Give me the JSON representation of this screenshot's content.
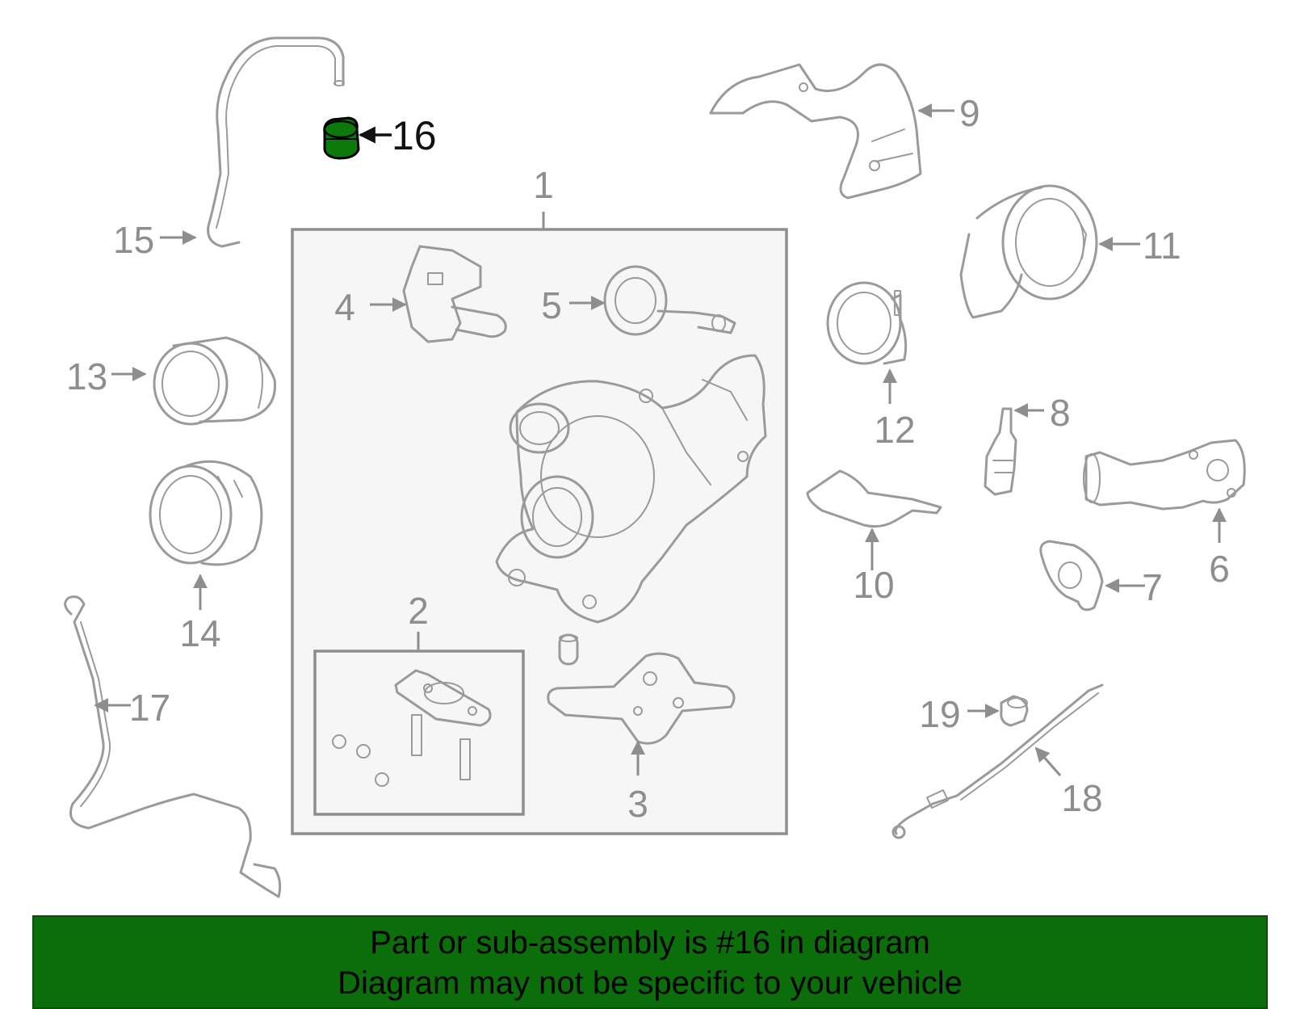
{
  "diagram": {
    "callouts": {
      "c1": "1",
      "c2": "2",
      "c3": "3",
      "c4": "4",
      "c5": "5",
      "c6": "6",
      "c7": "7",
      "c8": "8",
      "c9": "9",
      "c10": "10",
      "c11": "11",
      "c12": "12",
      "c13": "13",
      "c14": "14",
      "c15": "15",
      "c16": "16",
      "c17": "17",
      "c18": "18",
      "c19": "19"
    },
    "highlighted_part": "16"
  },
  "banner": {
    "line1": "Part or sub-assembly is #16 in diagram",
    "line2": "Diagram may not be specific to your vehicle"
  },
  "colors": {
    "banner_bg": "#0b6e0b",
    "highlight_fill": "#0b7a0b",
    "line_art": "#9a9a9a"
  }
}
